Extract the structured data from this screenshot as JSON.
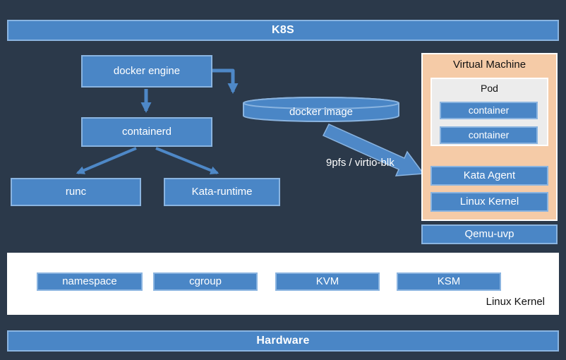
{
  "colors": {
    "background": "#2b394a",
    "box_fill": "#4a86c6",
    "box_border": "#8ab4e0",
    "vm_fill": "#f5cba7",
    "pod_fill": "#ececec",
    "host_fill": "#ffffff",
    "arrow": "#4e88c7",
    "text_on_blue": "#ffffff",
    "text_dark": "#111111"
  },
  "k8s": {
    "label": "K8S"
  },
  "docker_engine": {
    "label": "docker engine"
  },
  "containerd": {
    "label": "containerd"
  },
  "runc": {
    "label": "runc"
  },
  "kata_runtime": {
    "label": "Kata-runtime"
  },
  "docker_image": {
    "label": "docker image"
  },
  "transport_arrow": {
    "label": "9pfs / virtio-blk"
  },
  "vm": {
    "title": "Virtual Machine",
    "pod": {
      "title": "Pod",
      "containers": [
        "container",
        "container"
      ]
    },
    "kata_agent": {
      "label": "Kata Agent"
    },
    "linux_kernel": {
      "label": "Linux Kernel"
    }
  },
  "qemu": {
    "label": "Qemu-uvp"
  },
  "host": {
    "boxes": [
      "namespace",
      "cgroup",
      "KVM",
      "KSM"
    ],
    "label": "Linux Kernel"
  },
  "hardware": {
    "label": "Hardware"
  }
}
